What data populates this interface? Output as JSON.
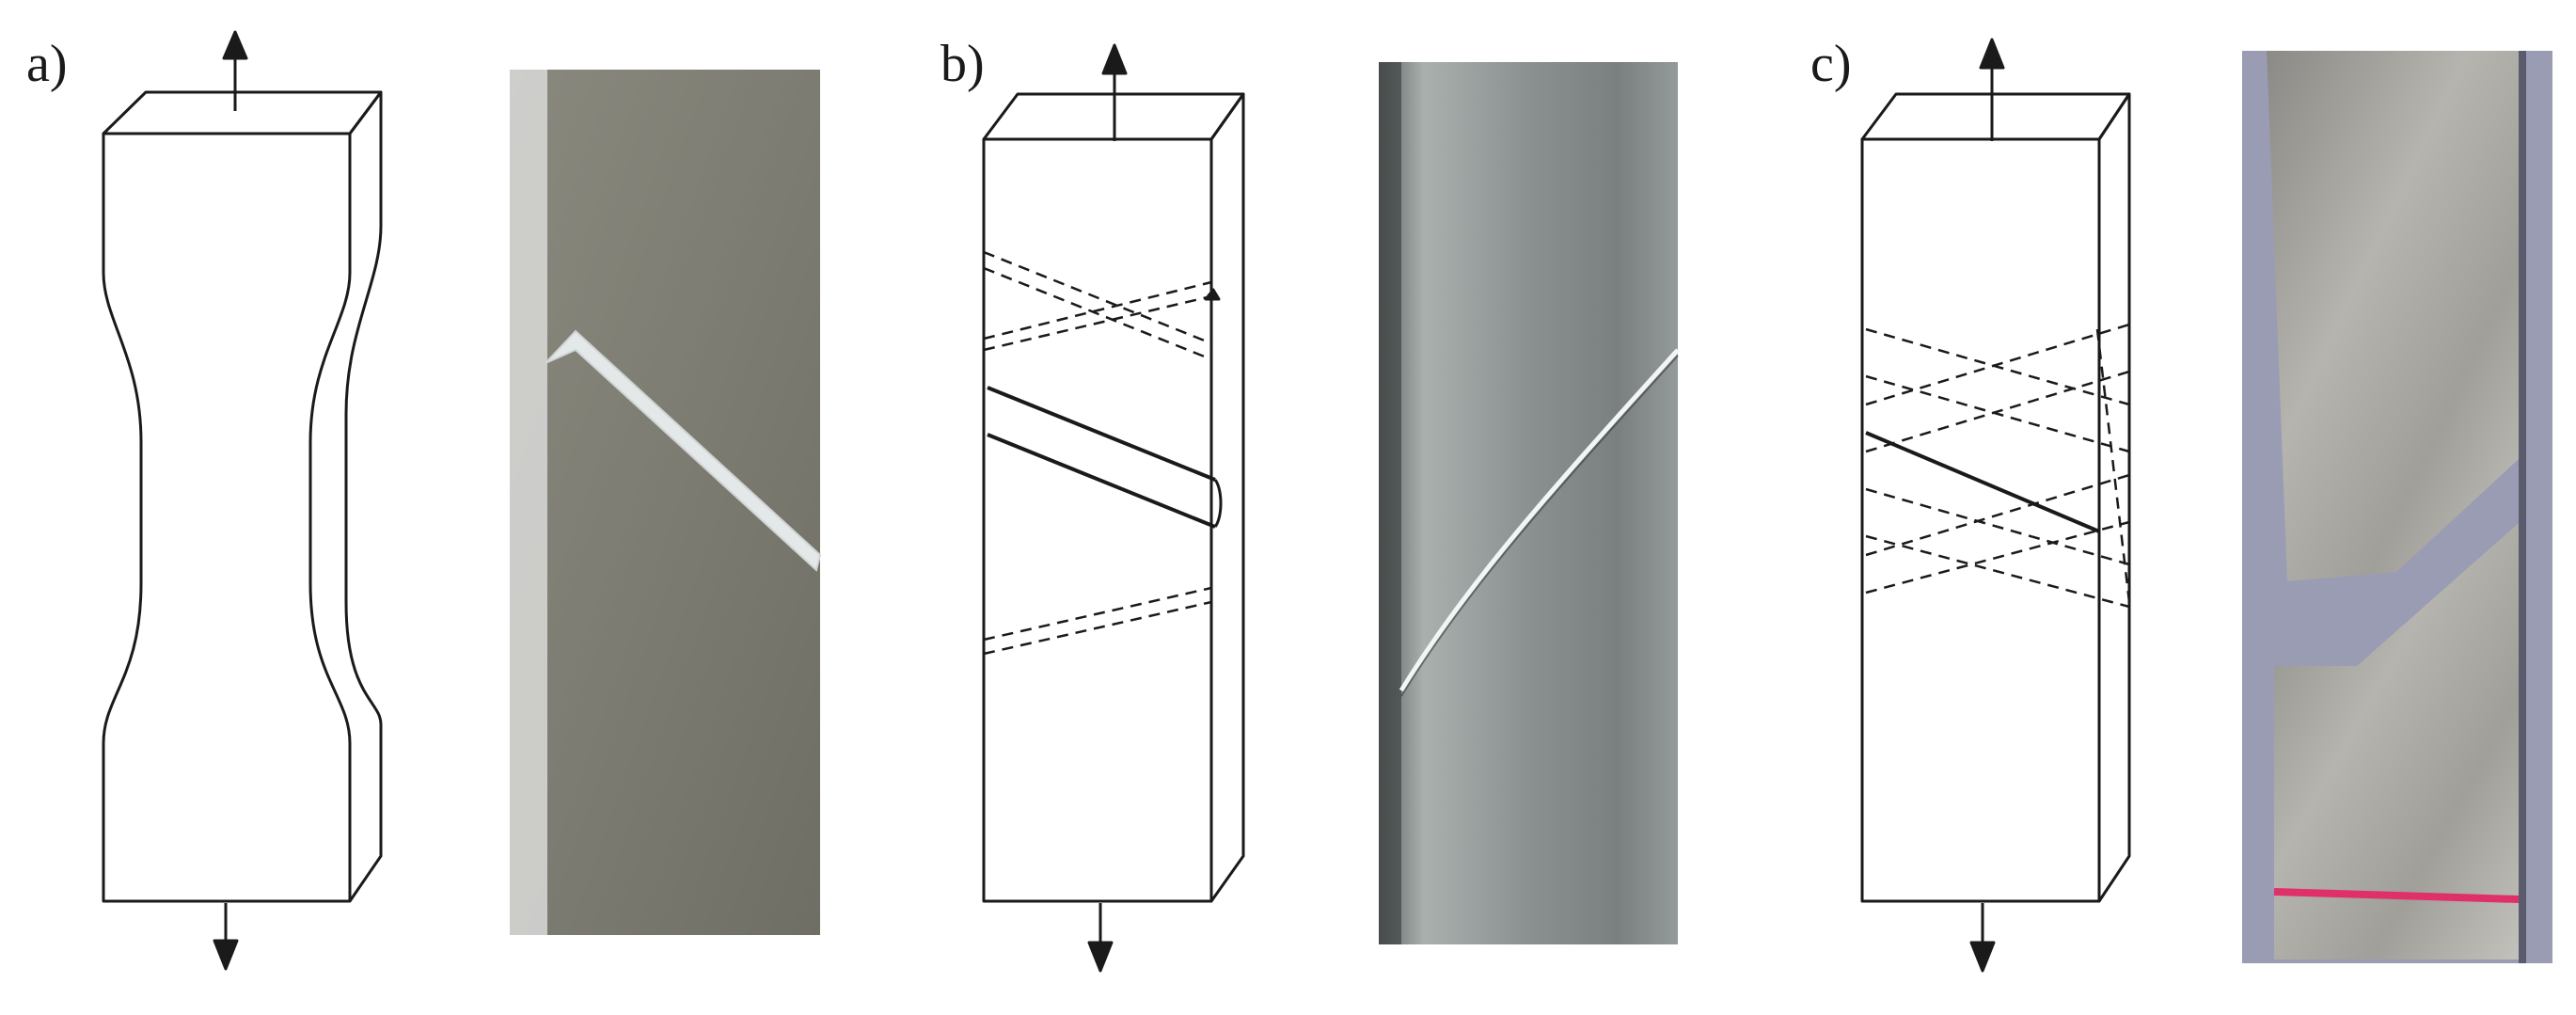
{
  "panels": [
    {
      "label": "a)"
    },
    {
      "label": "b)"
    },
    {
      "label": "c)"
    }
  ],
  "colors": {
    "ink": "#1a1a1a",
    "photo_a": "#7d7c72",
    "photo_b": "#8c9392",
    "photo_c": "#a7a6a2",
    "photo_c_border": "#9a9cb4",
    "marker_line": "#e0306a"
  }
}
